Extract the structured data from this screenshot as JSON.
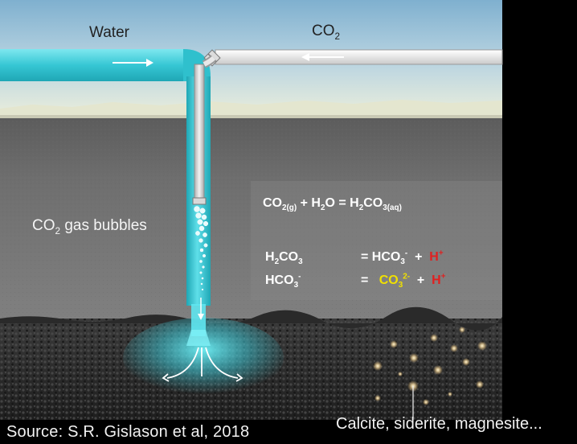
{
  "labels": {
    "water": "Water",
    "co2_base": "CO",
    "co2_sub": "2",
    "bubbles_pre": "CO",
    "bubbles_sub": "2",
    "bubbles_post": " gas bubbles"
  },
  "equations": {
    "eq1": {
      "a": "CO",
      "a_sub": "2(g)",
      "b": " + H",
      "b_sub": "2",
      "c": "O = H",
      "c_sub": "2",
      "d": "CO",
      "d_sub": "3(aq)"
    },
    "eq2": {
      "lhs": "H",
      "lhs_sub": "2",
      "lhs2": "CO",
      "lhs_sub2": "3",
      "rhs": "= HCO",
      "rhs_sub": "3",
      "rhs_sup": "-",
      "plus": "  +  ",
      "h": "H",
      "h_sup": "+"
    },
    "eq3": {
      "lhs": "HCO",
      "lhs_sub": "3",
      "lhs_sup": "-",
      "eq": "=   ",
      "co": "CO",
      "co_sub": "3",
      "co_sup": "2-",
      "plus": "  +  ",
      "h": "H",
      "h_sup": "+"
    }
  },
  "footer": {
    "source": "Source: S.R. Gislason et al, 2018",
    "minerals": "Calcite, siderite, magnesite..."
  },
  "colors": {
    "water": "#3fd0dc",
    "sky": "#8ab6d2",
    "rock": "#6a6a6a",
    "red_ion": "#e02020",
    "yellow_ion": "#f0e000"
  },
  "icons": [
    "arrow-right-icon",
    "arrow-left-icon",
    "arrow-down-icon",
    "valve-icon",
    "bubble-icon",
    "mineral-sparkle-icon"
  ]
}
